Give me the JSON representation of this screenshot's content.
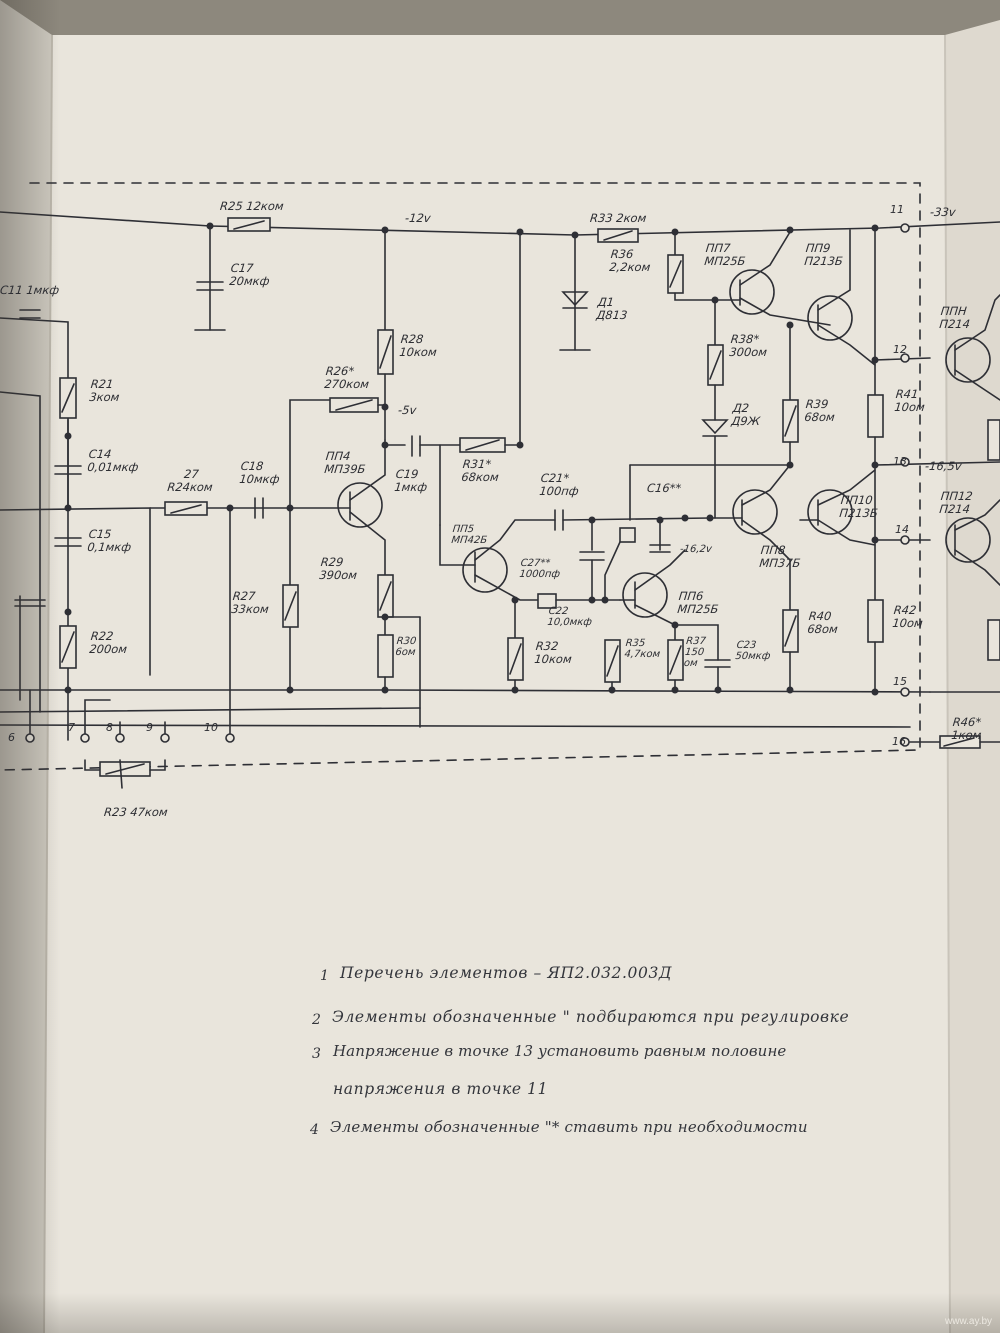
{
  "colors": {
    "paper": "#e9e5dc",
    "ink": "#2d2e33",
    "pencil": "#4a4b52",
    "background": "#8f8a80"
  },
  "schematic": {
    "rails": {
      "m12": "-12v",
      "m5": "-5v",
      "m16": "-16,2v",
      "m33": "-33v",
      "m165": "-16,5v"
    },
    "components": {
      "c11": [
        "С11",
        "1мкф"
      ],
      "c17": [
        "С17",
        "20мкф"
      ],
      "r25": "R25 12ком",
      "r21": [
        "R21",
        "3ком"
      ],
      "c14": [
        "С14",
        "0,01мкф"
      ],
      "c15": [
        "С15",
        "0,1мкф"
      ],
      "r22": [
        "R22",
        "200ом"
      ],
      "r24": [
        "27",
        "R24ком"
      ],
      "c18": [
        "С18",
        "10мкф"
      ],
      "r27": [
        "R27",
        "33ком"
      ],
      "r28": [
        "R28",
        "10ком"
      ],
      "r26": [
        "R26*",
        "270ком"
      ],
      "c19": [
        "С19",
        "1мкф"
      ],
      "r31": [
        "R31*",
        "68ком"
      ],
      "pp4": [
        "ПП4",
        "МП39Б"
      ],
      "r29": [
        "R29",
        "390ом"
      ],
      "r30": [
        "R30",
        "6ом"
      ],
      "pp5": [
        "ПП5",
        "МП42Б"
      ],
      "c21": [
        "С21*",
        "100пф"
      ],
      "c27": [
        "С27**",
        "1000пф"
      ],
      "c22": [
        "С22",
        "10,0мкф"
      ],
      "r32": [
        "R32",
        "10ком"
      ],
      "r33": "R33 2ком",
      "d1": [
        "Д1",
        "Д813"
      ],
      "r36": [
        "R36",
        "2,2ком"
      ],
      "pp7": [
        "ПП7",
        "МП25Б"
      ],
      "pp9": [
        "ПП9",
        "П213Б"
      ],
      "r38": [
        "R38*",
        "300ом"
      ],
      "d2": [
        "Д2",
        "Д9Ж"
      ],
      "r39": [
        "R39",
        "68ом"
      ],
      "c16": "С16**",
      "pp6": [
        "ПП6",
        "МП25Б"
      ],
      "pp8": [
        "ПП8",
        "МП37Б"
      ],
      "pp10": [
        "ПП10",
        "П213Б"
      ],
      "r35": [
        "R35",
        "4,7ком"
      ],
      "r37": [
        "R37",
        "150",
        "ом"
      ],
      "c23": [
        "С23",
        "50мкф"
      ],
      "r40": [
        "R40",
        "68ом"
      ],
      "r41": [
        "R41",
        "10ом"
      ],
      "r42": [
        "R42",
        "10ом"
      ],
      "pp11": [
        "ППН",
        "П214"
      ],
      "pp12": [
        "ПП12",
        "П214"
      ],
      "r46": [
        "R46*",
        "1ком"
      ],
      "r23": "R23 47ком"
    },
    "terminals": [
      "6",
      "7",
      "8",
      "9",
      "10",
      "11",
      "12",
      "13",
      "14",
      "15",
      "16"
    ]
  },
  "notes": [
    {
      "num": "1",
      "text": "Перечень элементов – ЯП2.032.003Д"
    },
    {
      "num": "2",
      "text": "Элементы обозначенные \" подбираются при регулировке"
    },
    {
      "num": "3",
      "text": "Напряжение в точке 13 установить равным половине"
    },
    {
      "num": "",
      "text": "напряжения в точке 11"
    },
    {
      "num": "4",
      "text": "Элементы обозначенные \"* ставить при необходимости"
    }
  ],
  "watermark": "www.ay.by"
}
